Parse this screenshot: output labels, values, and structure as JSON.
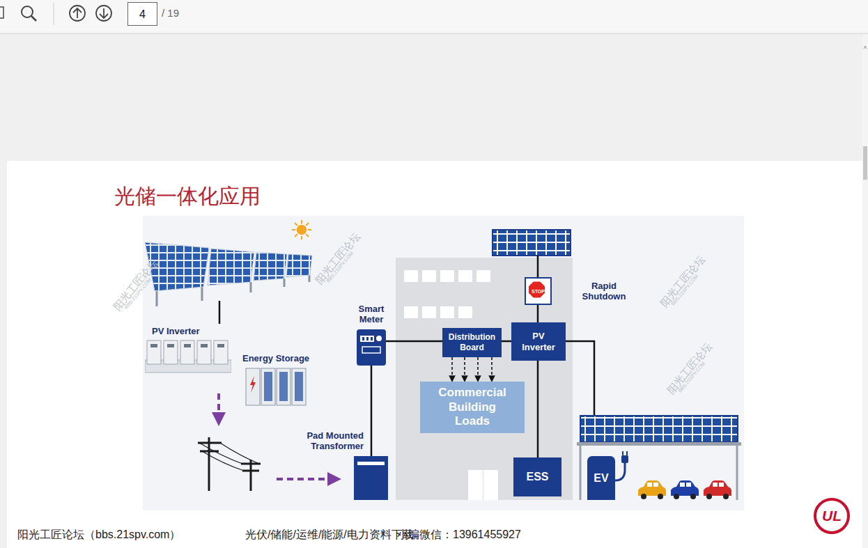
{
  "diagram": {
    "title": "光储一体化应用",
    "nodes": [
      {
        "text": [
          "PV Inverter"
        ]
      },
      {
        "text": [
          "Energy Storage"
        ]
      },
      {
        "text": [
          "Smart Meter"
        ]
      },
      {
        "text": [
          "Pad Mounted Transformer"
        ]
      },
      {
        "text": [
          "Distribution Board"
        ]
      },
      {
        "text": [
          "PV Inverter"
        ]
      },
      {
        "text": [
          "STOP"
        ]
      },
      {
        "text": [
          "Commercial Building Loads"
        ]
      },
      {
        "text": [
          "ESS"
        ]
      },
      {
        "text": [
          "EV"
        ]
      }
    ],
    "edges": [
      {
        "from": 2,
        "to": 3,
        "arrow": "none"
      },
      {
        "from": 2,
        "to": 4,
        "arrow": "none"
      },
      {
        "from": 4,
        "to": 5,
        "arrow": "none"
      },
      {
        "from": 6,
        "to": 5,
        "arrow": "none"
      },
      {
        "from": 5,
        "to": 8,
        "arrow": "none"
      },
      {
        "from": 4,
        "to": 7,
        "arrow": "to"
      },
      {
        "from": 4,
        "to": 7,
        "arrow": "to"
      },
      {
        "from": 4,
        "to": 7,
        "arrow": "to"
      },
      {
        "from": 4,
        "to": 7,
        "arrow": "to"
      }
    ],
    "labels": [
      "4",
      "/ 19",
      "Rapid Shutdown",
      "阳光工匠论坛（bbs.21spv.com）",
      "光伏/储能/运维/能源/电力资料下载",
      "小编微信：13961455927",
      "UL",
      "阳光工匠论坛",
      "BBS.21SPV.COM",
      "阳光工匠论坛",
      "BBS.21SPV.COM",
      "阳光工匠论坛",
      "BBS.21SPV.COM",
      "阳光工匠论坛",
      "BBS.21SPV.COM"
    ]
  }
}
